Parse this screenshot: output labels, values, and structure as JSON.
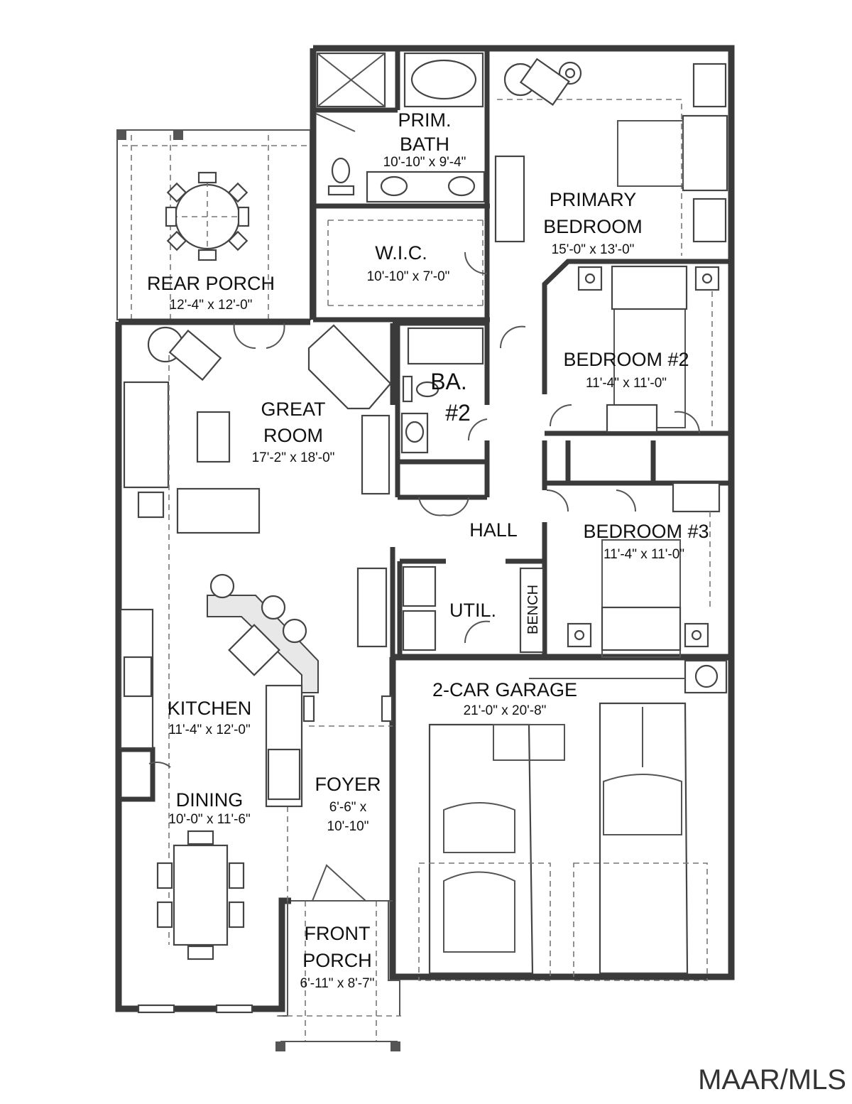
{
  "rooms": {
    "primary_bath": {
      "name_line1": "PRIM.",
      "name_line2": "BATH",
      "dims": "10'-10\" x 9'-4\""
    },
    "primary_bedroom": {
      "name_line1": "PRIMARY",
      "name_line2": "BEDROOM",
      "dims": "15'-0\" x 13'-0\""
    },
    "wic": {
      "name": "W.I.C.",
      "dims": "10'-10\" x 7'-0\""
    },
    "rear_porch": {
      "name": "REAR PORCH",
      "dims": "12'-4\" x 12'-0\""
    },
    "great_room": {
      "name_line1": "GREAT",
      "name_line2": "ROOM",
      "dims": "17'-2\" x 18'-0\""
    },
    "bath2": {
      "name_line1": "BA.",
      "name_line2": "#2"
    },
    "bedroom2": {
      "name": "BEDROOM #2",
      "dims": "11'-4\" x 11'-0\""
    },
    "hall": {
      "name": "HALL"
    },
    "bedroom3": {
      "name": "BEDROOM #3",
      "dims": "11'-4\" x 11'-0\""
    },
    "util": {
      "name": "UTIL."
    },
    "bench": {
      "name": "BENCH"
    },
    "garage": {
      "name": "2-CAR GARAGE",
      "dims": "21'-0\" x 20'-8\""
    },
    "kitchen": {
      "name": "KITCHEN",
      "dims": "11'-4\" x 12'-0\""
    },
    "dining": {
      "name": "DINING",
      "dims": "10'-0\" x 11'-6\""
    },
    "foyer": {
      "name": "FOYER",
      "dims_line1": "6'-6\" x",
      "dims_line2": "10'-10\""
    },
    "front_porch": {
      "name_line1": "FRONT",
      "name_line2": "PORCH",
      "dims": "6'-11\" x 8'-7\""
    }
  },
  "watermark": "MAAR/MLS"
}
